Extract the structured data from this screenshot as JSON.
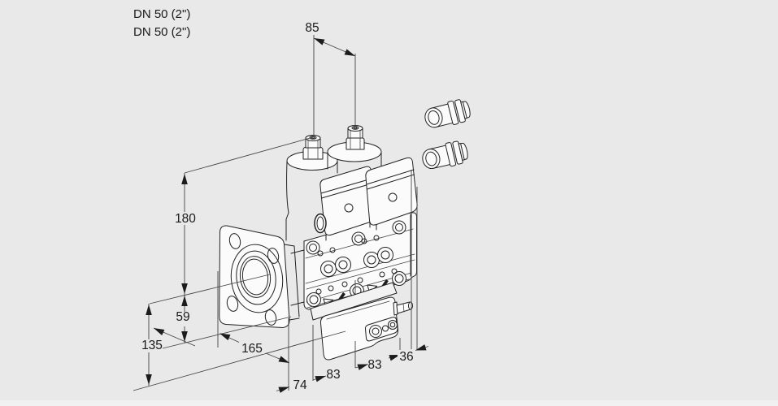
{
  "drawing": {
    "product_labels": {
      "line1": "DN 50 (2\")",
      "line2": "DN 50 (2\")"
    },
    "dimensions": {
      "axis_spacing_top": "85",
      "height_above_axis": "180",
      "height_axis_to_base": "59",
      "height_overall_lower": "135",
      "length_flange_section": "165",
      "length_left_section": "74",
      "length_mid_section": "83",
      "length_right_section": "83",
      "length_end_section": "36"
    },
    "colors": {
      "background": "#e9e9e9",
      "line": "#222222",
      "dimension_line": "#454545",
      "text": "#1a1a1a",
      "face_fill": "#fbfbfb"
    }
  }
}
